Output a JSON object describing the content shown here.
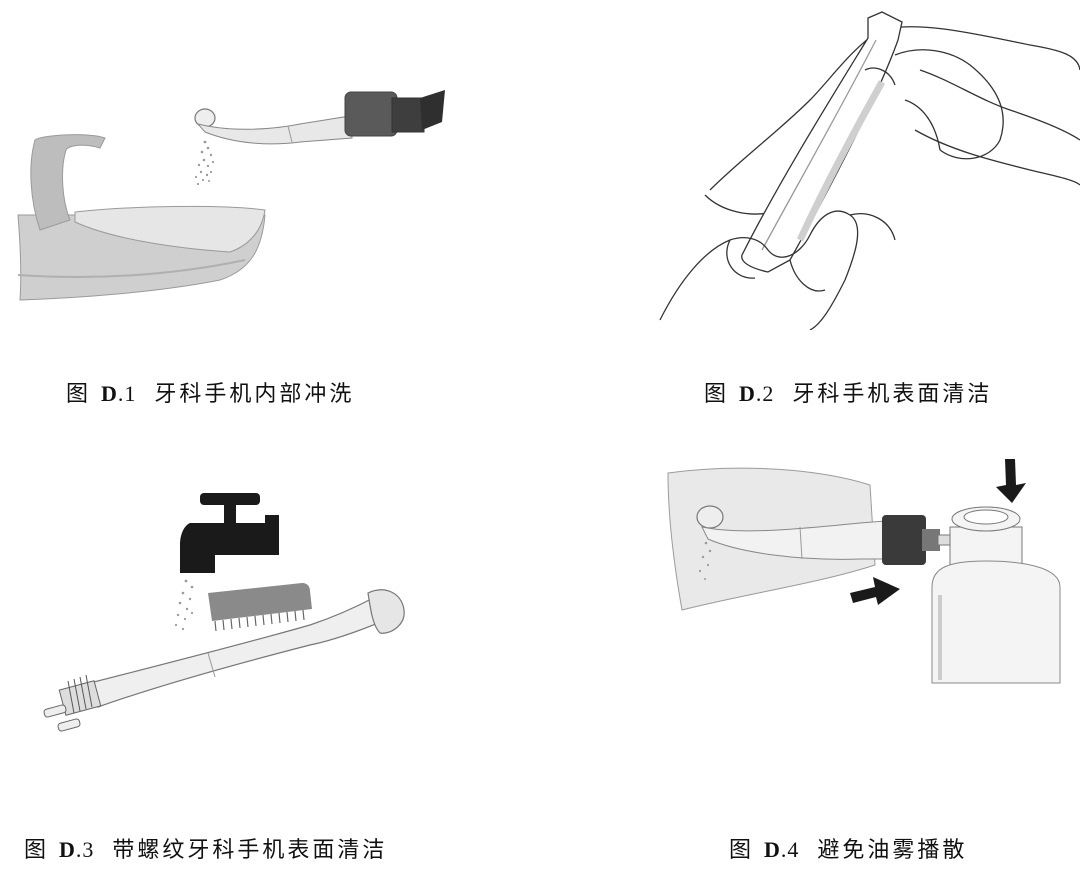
{
  "figures": [
    {
      "prefix": "图",
      "letter": "D",
      "index": ".1",
      "title": "牙科手机内部冲洗"
    },
    {
      "prefix": "图",
      "letter": "D",
      "index": ".2",
      "title": "牙科手机表面清洁"
    },
    {
      "prefix": "图",
      "letter": "D",
      "index": ".3",
      "title": "带螺纹牙科手机表面清洁"
    },
    {
      "prefix": "图",
      "letter": "D",
      "index": ".4",
      "title": "避免油雾播散"
    }
  ]
}
